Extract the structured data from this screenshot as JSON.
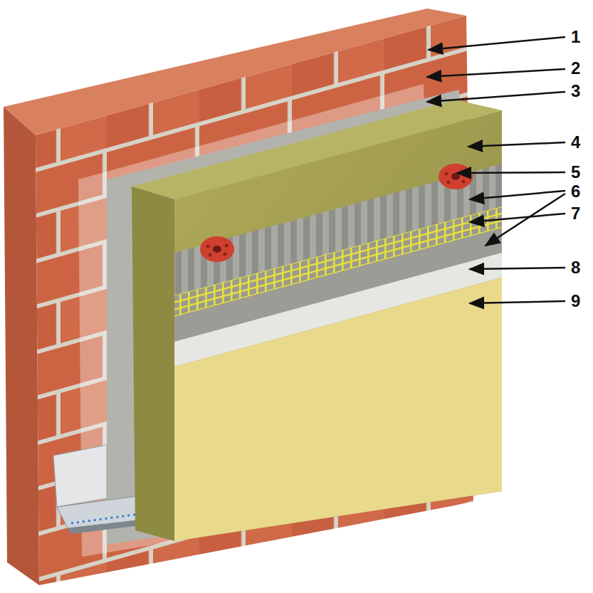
{
  "diagram": {
    "labels": [
      "1",
      "2",
      "3",
      "4",
      "5",
      "6",
      "7",
      "8",
      "9"
    ]
  }
}
